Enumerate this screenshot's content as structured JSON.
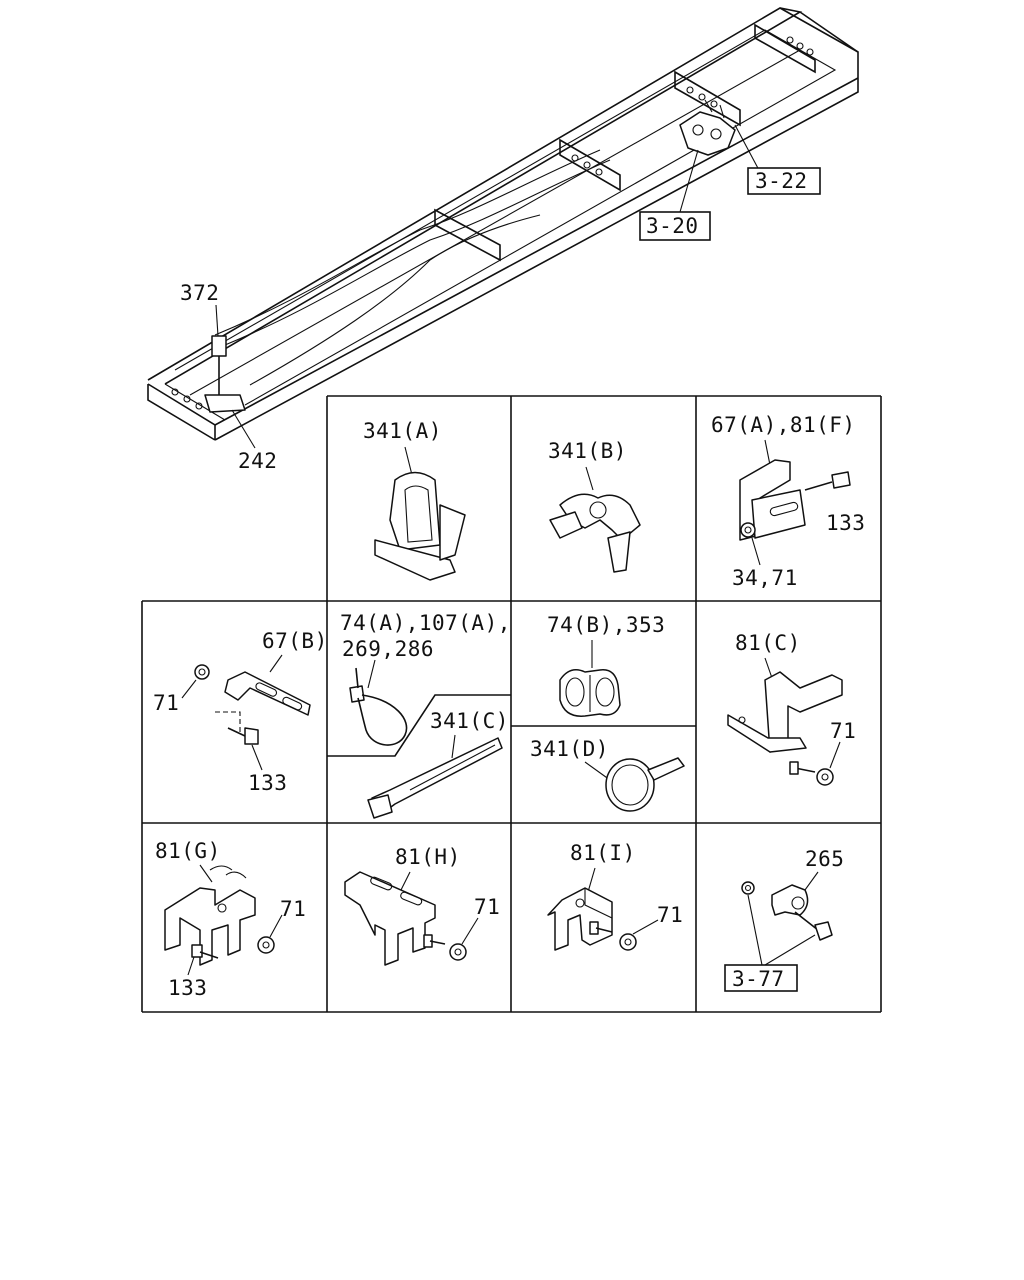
{
  "frame_callouts": {
    "bolt": "372",
    "bracket": "242",
    "ref_320": "3-20",
    "ref_322": "3-22"
  },
  "cells": {
    "c341a": {
      "label": "341(A)"
    },
    "c341b": {
      "label": "341(B)"
    },
    "c67a": {
      "label": "67(A),81(F)",
      "bolt": "133",
      "nut": "34,71"
    },
    "c67b": {
      "label": "67(B)",
      "nut": "71",
      "bolt": "133"
    },
    "c74a": {
      "label_line1": "74(A),107(A),",
      "label_line2": "269,286"
    },
    "c341c": {
      "label": "341(C)"
    },
    "c74b": {
      "label": "74(B),353"
    },
    "c341d": {
      "label": "341(D)"
    },
    "c81c": {
      "label": "81(C)",
      "nut": "71"
    },
    "c81g": {
      "label": "81(G)",
      "nut": "71",
      "bolt": "133"
    },
    "c81h": {
      "label": "81(H)",
      "nut": "71"
    },
    "c81i": {
      "label": "81(I)",
      "nut": "71"
    },
    "c265": {
      "label": "265",
      "ref": "3-77"
    }
  }
}
